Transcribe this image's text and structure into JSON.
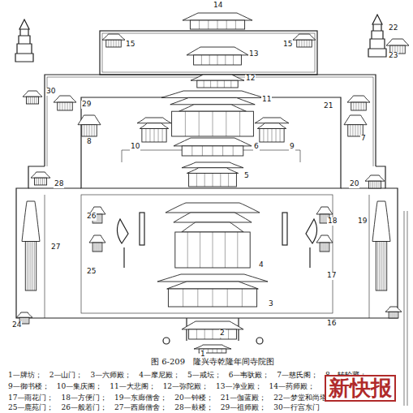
{
  "diagram": {
    "caption": "图 6-209　隆兴寺乾隆年间寺院图",
    "labels": [
      "1",
      "2",
      "3",
      "4",
      "5",
      "6",
      "7",
      "8",
      "9",
      "10",
      "11",
      "12",
      "13",
      "14",
      "15",
      "15",
      "16",
      "17",
      "18",
      "19",
      "20",
      "21",
      "22",
      "23",
      "24",
      "25",
      "26",
      "27",
      "28",
      "29",
      "30",
      "1—牌坊；　2—山门；　3—六师殿；　4—摩尼殿；　5—戒坛；　6—韦驮殿；　7—慈氏阁；　8—转轮藏；",
      "9—御书楼；　10—集庆阁；　11—大悲阁；　12—弥陀殿；　13—净业殿；　14—药师殿；",
      "17—雨花门；　18—方便门；　19—东廊僧舍；　20—钟楼；　21—伽蓝殿；　22—梦堂和尚塔；",
      "25—鹿苑门；　26—般若门；　27—西廊僧舍；　28—鼓楼；　29—祖师殿；　30—行宫东门",
      "新快报"
    ]
  }
}
